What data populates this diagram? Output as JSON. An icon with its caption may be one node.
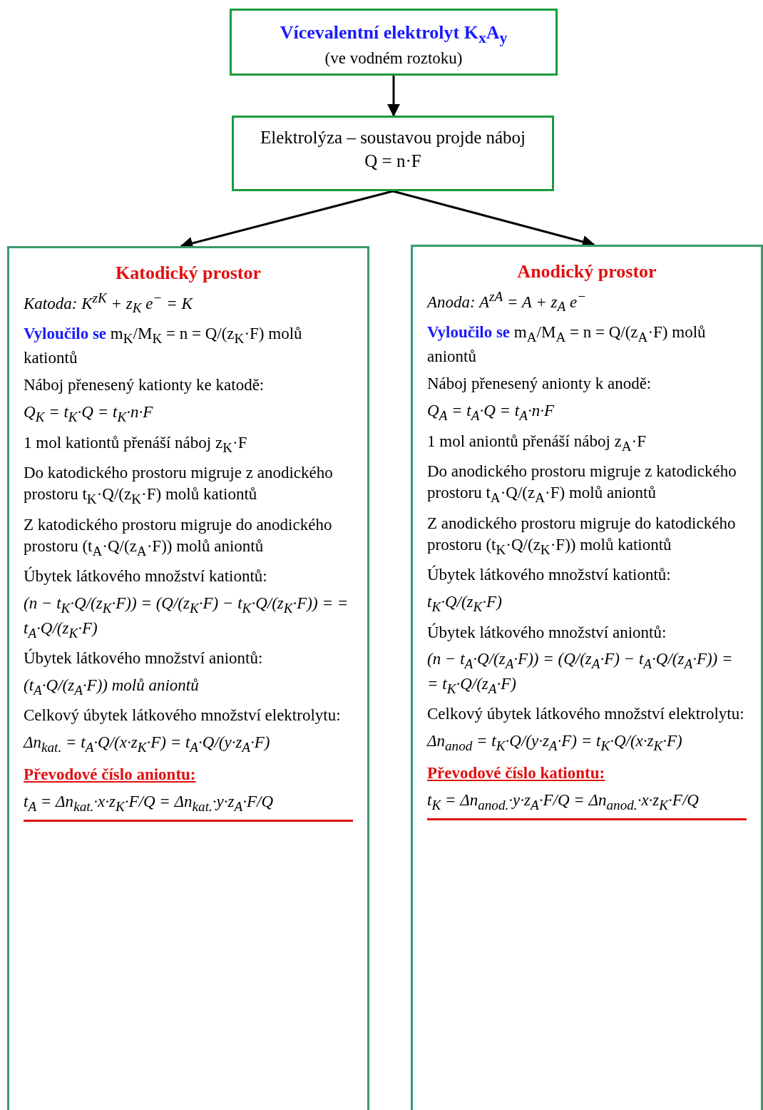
{
  "diagram": {
    "nodes": [
      {
        "text": [
          "Vícevalentní elektrolyt K$_{x}$A$_{y}$",
          "(ve vodném roztoku)"
        ]
      },
      {
        "text": [
          "Elektrolýza – soustavou projde náboj Q = n·F"
        ]
      },
      {
        "text": [
          "Katodický prostor",
          "Katoda: K$^{zK}$ + z$_{K}$ e$^{−}$ = K",
          "**Vyloučilo se** m$_{K}$/M$_{K}$ = n = Q/(z$_{K}$·F) molů kationtů",
          "Náboj přenesený kationty ke katodě:",
          "Q$_{K}$ = t$_{K}$·Q = t$_{K}$·n·F",
          "1 mol kationtů přenáší náboj z$_{K}$·F",
          "Do katodického prostoru migruje z anodického prostoru t$_{K}$·Q/(z$_{K}$·F) molů kationtů",
          "Z katodického prostoru migruje do anodického prostoru (t$_{A}$·Q/(z$_{A}$·F)) molů aniontů",
          "Úbytek látkového množství kationtů:",
          "(n − t$_{K}$·Q/(z$_{K}$·F)) = (Q/(z$_{K}$·F) − t$_{K}$·Q/(z$_{K}$·F)) = = t$_{A}$·Q/(z$_{K}$·F)",
          "Úbytek látkového množství aniontů:",
          "(t$_{A}$·Q/(z$_{A}$·F)) molů aniontů",
          "Celkový úbytek látkového množství elektrolytu:",
          "Δn$_{kat.}$ = t$_{A}$·Q/(x·z$_{K}$·F) = t$_{A}$·Q/(y·z$_{A}$·F)",
          "Převodové číslo aniontu:",
          "t$_{A}$ = Δn$_{kat.}$·x·z$_{K}$·F/Q = Δn$_{kat.}$·y·z$_{A}$·F/Q"
        ]
      },
      {
        "text": [
          "Anodický prostor",
          "Anoda: A$^{zA}$ = A + z$_{A}$ e$^{−}$",
          "**Vyloučilo se** m$_{A}$/M$_{A}$ = n = Q/(z$_{A}$·F) molů aniontů",
          "Náboj přenesený anionty k anodě:",
          "Q$_{A}$ = t$_{A}$·Q = t$_{A}$·n·F",
          "1 mol aniontů přenáší náboj z$_{A}$·F",
          "Do anodického prostoru migruje z katodického prostoru t$_{A}$·Q/(z$_{A}$·F) molů aniontů",
          "Z anodického prostoru migruje do katodického prostoru (t$_{K}$·Q/(z$_{K}$·F)) molů kationtů",
          "Úbytek látkového množství kationtů:",
          "t$_{K}$·Q/(z$_{K}$·F)",
          "Úbytek látkového množství aniontů:",
          "(n − t$_{A}$·Q/(z$_{A}$·F)) = (Q/(z$_{A}$·F) − t$_{A}$·Q/(z$_{A}$·F)) = = t$_{K}$·Q/(z$_{A}$·F)",
          "Celkový úbytek látkového množství elektrolytu:",
          "Δn$_{anod}$ = t$_{K}$·Q/(y·z$_{A}$·F) = t$_{K}$·Q/(x·z$_{K}$·F)",
          "Převodové číslo kationtu:",
          "t$_{K}$ = Δn$_{anod.}$·y·z$_{A}$·F/Q = Δn$_{anod.}$·x·z$_{K}$·F/Q"
        ]
      }
    ],
    "edges": [
      {
        "from": 0,
        "to": 1,
        "arrow": "to"
      },
      {
        "from": 1,
        "to": 2,
        "arrow": "to"
      },
      {
        "from": 1,
        "to": 3,
        "arrow": "to"
      }
    ]
  }
}
